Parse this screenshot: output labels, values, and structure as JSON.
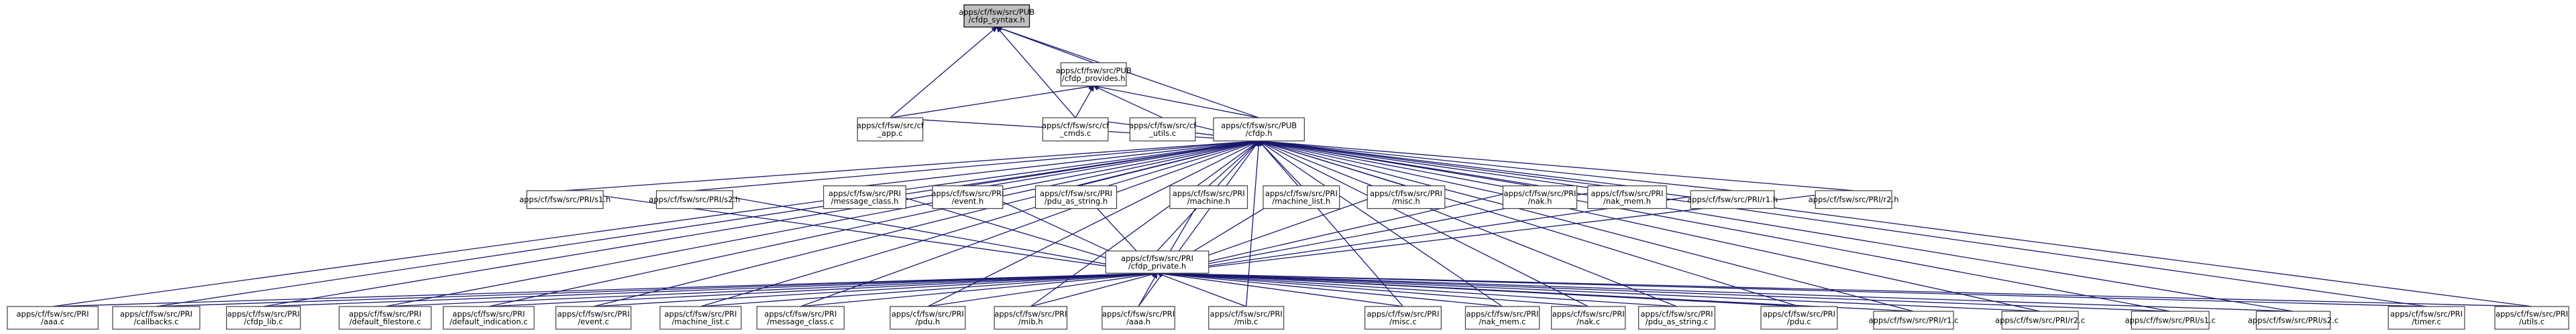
{
  "graph": {
    "edge_color": "#191970",
    "root_fill": "#bfbfbf",
    "nodes": [
      {
        "id": "syntax",
        "lines": [
          "apps/cf/fsw/src/PUB",
          "/cfdp_syntax.h"
        ],
        "root": true
      },
      {
        "id": "provides",
        "lines": [
          "apps/cf/fsw/src/PUB",
          "/cfdp_provides.h"
        ]
      },
      {
        "id": "cfapp",
        "lines": [
          "apps/cf/fsw/src/cf",
          "_app.c"
        ]
      },
      {
        "id": "cfcmds",
        "lines": [
          "apps/cf/fsw/src/cf",
          "_cmds.c"
        ]
      },
      {
        "id": "cfutils",
        "lines": [
          "apps/cf/fsw/src/cf",
          "_utils.c"
        ]
      },
      {
        "id": "cfdph",
        "lines": [
          "apps/cf/fsw/src/PUB",
          "/cfdp.h"
        ]
      },
      {
        "id": "s1h",
        "lines": [
          "apps/cf/fsw/src/PRI/s1.h"
        ]
      },
      {
        "id": "s2h",
        "lines": [
          "apps/cf/fsw/src/PRI/s2.h"
        ]
      },
      {
        "id": "msgclassh",
        "lines": [
          "apps/cf/fsw/src/PRI",
          "/message_class.h"
        ]
      },
      {
        "id": "eventh",
        "lines": [
          "apps/cf/fsw/src/PRI",
          "/event.h"
        ]
      },
      {
        "id": "pduasstrh",
        "lines": [
          "apps/cf/fsw/src/PRI",
          "/pdu_as_string.h"
        ]
      },
      {
        "id": "machineh",
        "lines": [
          "apps/cf/fsw/src/PRI",
          "/machine.h"
        ]
      },
      {
        "id": "machinelisth",
        "lines": [
          "apps/cf/fsw/src/PRI",
          "/machine_list.h"
        ]
      },
      {
        "id": "misch",
        "lines": [
          "apps/cf/fsw/src/PRI",
          "/misc.h"
        ]
      },
      {
        "id": "nakh",
        "lines": [
          "apps/cf/fsw/src/PRI",
          "/nak.h"
        ]
      },
      {
        "id": "nakmemh",
        "lines": [
          "apps/cf/fsw/src/PRI",
          "/nak_mem.h"
        ]
      },
      {
        "id": "r1h",
        "lines": [
          "apps/cf/fsw/src/PRI/r1.h"
        ]
      },
      {
        "id": "r2h",
        "lines": [
          "apps/cf/fsw/src/PRI/r2.h"
        ]
      },
      {
        "id": "private",
        "lines": [
          "apps/cf/fsw/src/PRI",
          "/cfdp_private.h"
        ]
      },
      {
        "id": "aaac",
        "lines": [
          "apps/cf/fsw/src/PRI",
          "/aaa.c"
        ]
      },
      {
        "id": "callbacks",
        "lines": [
          "apps/cf/fsw/src/PRI",
          "/callbacks.c"
        ]
      },
      {
        "id": "cfdplib",
        "lines": [
          "apps/cf/fsw/src/PRI",
          "/cfdp_lib.c"
        ]
      },
      {
        "id": "deffile",
        "lines": [
          "apps/cf/fsw/src/PRI",
          "/default_filestore.c"
        ]
      },
      {
        "id": "defind",
        "lines": [
          "apps/cf/fsw/src/PRI",
          "/default_indication.c"
        ]
      },
      {
        "id": "eventc",
        "lines": [
          "apps/cf/fsw/src/PRI",
          "/event.c"
        ]
      },
      {
        "id": "machinelistc",
        "lines": [
          "apps/cf/fsw/src/PRI",
          "/machine_list.c"
        ]
      },
      {
        "id": "msgclassc",
        "lines": [
          "apps/cf/fsw/src/PRI",
          "/message_class.c"
        ]
      },
      {
        "id": "pduh",
        "lines": [
          "apps/cf/fsw/src/PRI",
          "/pdu.h"
        ]
      },
      {
        "id": "mibh",
        "lines": [
          "apps/cf/fsw/src/PRI",
          "/mib.h"
        ]
      },
      {
        "id": "aaah",
        "lines": [
          "apps/cf/fsw/src/PRI",
          "/aaa.h"
        ]
      },
      {
        "id": "mibc",
        "lines": [
          "apps/cf/fsw/src/PRI",
          "/mib.c"
        ]
      },
      {
        "id": "miscc",
        "lines": [
          "apps/cf/fsw/src/PRI",
          "/misc.c"
        ]
      },
      {
        "id": "nakmemc",
        "lines": [
          "apps/cf/fsw/src/PRI",
          "/nak_mem.c"
        ]
      },
      {
        "id": "nakc",
        "lines": [
          "apps/cf/fsw/src/PRI",
          "/nak.c"
        ]
      },
      {
        "id": "pduasstrc",
        "lines": [
          "apps/cf/fsw/src/PRI",
          "/pdu_as_string.c"
        ]
      },
      {
        "id": "pduc",
        "lines": [
          "apps/cf/fsw/src/PRI",
          "/pdu.c"
        ]
      },
      {
        "id": "r1c",
        "lines": [
          "apps/cf/fsw/src/PRI/r1.c"
        ]
      },
      {
        "id": "r2c",
        "lines": [
          "apps/cf/fsw/src/PRI/r2.c"
        ]
      },
      {
        "id": "s1c",
        "lines": [
          "apps/cf/fsw/src/PRI/s1.c"
        ]
      },
      {
        "id": "s2c",
        "lines": [
          "apps/cf/fsw/src/PRI/s2.c"
        ]
      },
      {
        "id": "timerc",
        "lines": [
          "apps/cf/fsw/src/PRI",
          "/timer.c"
        ]
      },
      {
        "id": "utilsc",
        "lines": [
          "apps/cf/fsw/src/PRI",
          "/utils.c"
        ]
      }
    ],
    "edges": [
      [
        "provides",
        "syntax"
      ],
      [
        "cfapp",
        "syntax"
      ],
      [
        "cfcmds",
        "syntax"
      ],
      [
        "cfdph",
        "syntax"
      ],
      [
        "cfapp",
        "provides"
      ],
      [
        "cfcmds",
        "provides"
      ],
      [
        "cfutils",
        "provides"
      ],
      [
        "cfdph",
        "provides"
      ],
      [
        "cfapp",
        "cfdph"
      ],
      [
        "cfcmds",
        "cfdph"
      ],
      [
        "cfutils",
        "cfdph"
      ],
      [
        "s1h",
        "cfdph"
      ],
      [
        "s2h",
        "cfdph"
      ],
      [
        "msgclassh",
        "cfdph"
      ],
      [
        "eventh",
        "cfdph"
      ],
      [
        "pduasstrh",
        "cfdph"
      ],
      [
        "machineh",
        "cfdph"
      ],
      [
        "machinelisth",
        "cfdph"
      ],
      [
        "misch",
        "cfdph"
      ],
      [
        "nakh",
        "cfdph"
      ],
      [
        "nakmemh",
        "cfdph"
      ],
      [
        "r1h",
        "cfdph"
      ],
      [
        "r2h",
        "cfdph"
      ],
      [
        "private",
        "cfdph"
      ],
      [
        "aaac",
        "cfdph"
      ],
      [
        "callbacks",
        "cfdph"
      ],
      [
        "cfdplib",
        "cfdph"
      ],
      [
        "deffile",
        "cfdph"
      ],
      [
        "defind",
        "cfdph"
      ],
      [
        "eventc",
        "cfdph"
      ],
      [
        "machinelistc",
        "cfdph"
      ],
      [
        "msgclassc",
        "cfdph"
      ],
      [
        "pduh",
        "cfdph"
      ],
      [
        "mibh",
        "cfdph"
      ],
      [
        "aaah",
        "cfdph"
      ],
      [
        "mibc",
        "cfdph"
      ],
      [
        "miscc",
        "cfdph"
      ],
      [
        "nakmemc",
        "cfdph"
      ],
      [
        "nakc",
        "cfdph"
      ],
      [
        "pduasstrc",
        "cfdph"
      ],
      [
        "pduc",
        "cfdph"
      ],
      [
        "r1c",
        "cfdph"
      ],
      [
        "r2c",
        "cfdph"
      ],
      [
        "s1c",
        "cfdph"
      ],
      [
        "s2c",
        "cfdph"
      ],
      [
        "timerc",
        "cfdph"
      ],
      [
        "utilsc",
        "cfdph"
      ],
      [
        "s1h",
        "private"
      ],
      [
        "s2h",
        "private"
      ],
      [
        "msgclassh",
        "private"
      ],
      [
        "eventh",
        "private"
      ],
      [
        "pduasstrh",
        "private"
      ],
      [
        "machineh",
        "private"
      ],
      [
        "machinelisth",
        "private"
      ],
      [
        "misch",
        "private"
      ],
      [
        "nakh",
        "private"
      ],
      [
        "nakmemh",
        "private"
      ],
      [
        "r1h",
        "private"
      ],
      [
        "r2h",
        "private"
      ],
      [
        "aaac",
        "private"
      ],
      [
        "callbacks",
        "private"
      ],
      [
        "cfdplib",
        "private"
      ],
      [
        "deffile",
        "private"
      ],
      [
        "defind",
        "private"
      ],
      [
        "eventc",
        "private"
      ],
      [
        "machinelistc",
        "private"
      ],
      [
        "msgclassc",
        "private"
      ],
      [
        "pduh",
        "private"
      ],
      [
        "mibh",
        "private"
      ],
      [
        "aaah",
        "private"
      ],
      [
        "mibc",
        "private"
      ],
      [
        "miscc",
        "private"
      ],
      [
        "nakmemc",
        "private"
      ],
      [
        "nakc",
        "private"
      ],
      [
        "pduasstrc",
        "private"
      ],
      [
        "pduc",
        "private"
      ],
      [
        "r1c",
        "private"
      ],
      [
        "r2c",
        "private"
      ],
      [
        "s1c",
        "private"
      ],
      [
        "s2c",
        "private"
      ],
      [
        "timerc",
        "private"
      ],
      [
        "utilsc",
        "private"
      ]
    ]
  }
}
